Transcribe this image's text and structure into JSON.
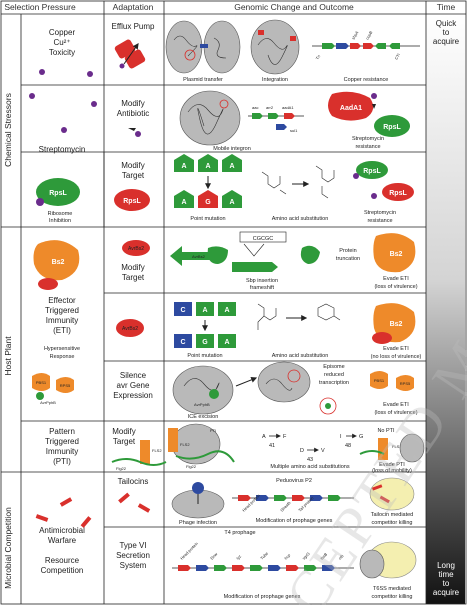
{
  "headers": {
    "selection_pressure": "Selection Pressure",
    "adaptation": "Adaptation",
    "genomic": "Genomic Change and Outcome",
    "time": "Time"
  },
  "sections": {
    "chemical": "Chemical Stressors",
    "host": "Host Plant",
    "microbial": "Microbial Competition"
  },
  "time": {
    "quick_1": "Quick",
    "quick_2": "to",
    "quick_3": "acquire",
    "long_1": "Long",
    "long_2": "time",
    "long_3": "to",
    "long_4": "acquire"
  },
  "pressures": {
    "copper_1": "Copper",
    "copper_2": "Cu²⁺",
    "copper_3": "Toxicity",
    "streptomycin": "Streptomycin",
    "ribosome_1": "Ribosome",
    "ribosome_2": "Inhibition",
    "eti_1": "Effector",
    "eti_2": "Triggered",
    "eti_3": "Immunity",
    "eti_4": "(ETI)",
    "hyper_1": "Hypersensitive",
    "hyper_2": "Response",
    "pti_1": "Pattern",
    "pti_2": "Triggered",
    "pti_3": "Immunity",
    "pti_4": "(PTI)",
    "anti_1": "Antimicrobial",
    "anti_2": "Warfare",
    "res_1": "Resource",
    "res_2": "Competition"
  },
  "adaptations": {
    "efflux": "Efflux Pump",
    "modify_antibiotic_1": "Modify",
    "modify_antibiotic_2": "Antibiotic",
    "modify_target_1": "Modify",
    "modify_target_2": "Target",
    "host_modify_1": "Modify",
    "host_modify_2": "Target",
    "silence_1": "Silence",
    "silence_2": "avr Gene",
    "silence_3": "Expression",
    "pti_modify_1": "Modify",
    "pti_modify_2": "Target",
    "tailocins": "Tailocins",
    "t6ss_1": "Type VI",
    "t6ss_2": "Secretion",
    "t6ss_3": "System"
  },
  "captions": {
    "plasmid_transfer": "Plasmid transfer",
    "integration": "Integration",
    "copper_resistance": "Copper resistance",
    "mobile_integron": "Mobile integron",
    "strep_res_1": "Streptomycin",
    "strep_res_2": "resistance",
    "point_mutation": "Point mutation",
    "aa_sub": "Amino acid substitution",
    "strep_res2_1": "Streptomycin",
    "strep_res2_2": "resistance",
    "sbp_1": "Sbp insertion",
    "sbp_2": "frameshift",
    "prot_trunc_1": "Protein",
    "prot_trunc_2": "truncation",
    "evade_eti_1": "Evade ETI",
    "evade_eti_2": "(loss of virulence)",
    "point_mutation2": "Point mutation",
    "aa_sub2": "Amino acid substitution",
    "evade_eti_nl_1": "Evade ETI",
    "evade_eti_nl_2": "(no loss of virulence)",
    "episome_1": "Episome",
    "episome_2": "reduced",
    "episome_3": "transcription",
    "ice_excision": "ICE excision",
    "evade_eti3_1": "Evade ETI",
    "evade_eti3_2": "(loss of virulence)",
    "multi_aa": "Multiple amino acid substitutions",
    "no_pti": "No PTI",
    "evade_pti_1": "Evade PTI",
    "evade_pti_2": "(loss of mobility)",
    "phage_infection": "Phage infection",
    "peduovirus": "Peduovirus P2",
    "mod_prophage": "Modification of prophage genes",
    "tailocin_kill_1": "Tailocin mediated",
    "tailocin_kill_2": "competitor killing",
    "t4_prophage": "T4 prophage",
    "mod_prophage2": "Modification of prophage genes",
    "t6ss_kill_1": "T6SS mediated",
    "t6ss_kill_2": "competitor killing",
    "pti_label": "PTI"
  },
  "proteins": {
    "rpsl": "RpsL",
    "aada1": "AadA1",
    "bs2": "Bs2",
    "avrbs2": "AvrBs2",
    "pbs1": "PBS1",
    "rps5": "RPS5",
    "avrpphb": "AvrPphB",
    "fls2": "FLS2",
    "flg22": "Flg22"
  },
  "bases": {
    "a": "A",
    "c": "C",
    "g": "G",
    "seq": "CGCGC"
  },
  "substitutions": {
    "a_f": "A",
    "a_f_to": "F",
    "n41": "41",
    "i_g": "I",
    "i_g_to": "G",
    "n48": "48",
    "d_v": "D",
    "d_v_to": "V",
    "n43": "43"
  },
  "genes": {
    "aac": "aac",
    "arr2": "arr2",
    "aada": "aadA1",
    "sul": "sul1",
    "tn": "Tn",
    "shpA": "shpA",
    "copB": "copB",
    "czc": "CTI",
    "head": "Head protein",
    "sheath": "Sheath",
    "tail": "Tail protein",
    "dnaw": "Dnw",
    "lysin": "lyz",
    "tube": "Tube",
    "hcp": "hcp",
    "vgrg": "vgrG",
    "tss": "tssB",
    "ctb": "ctb"
  },
  "watermark": "CEPTED MANUSCRI",
  "colors": {
    "red": "#d9302c",
    "green": "#2e9a3a",
    "orange": "#ee8a2a",
    "purple": "#6a2c8c",
    "blue": "#2d4aa0",
    "cell": "#b9b9b9",
    "yellow": "#f4efb0"
  }
}
